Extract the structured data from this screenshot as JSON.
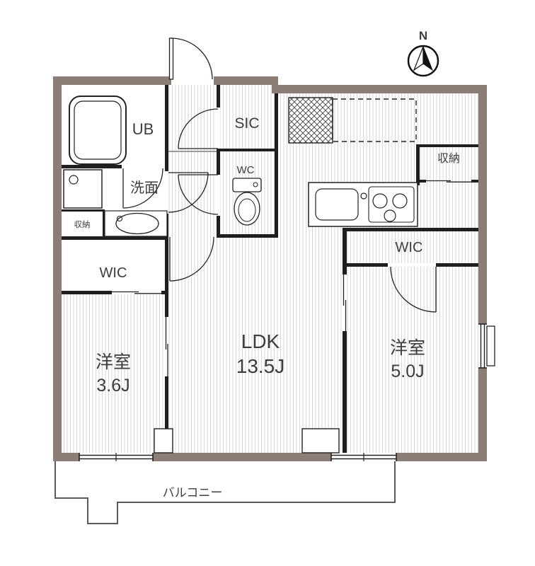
{
  "compass": {
    "label": "N"
  },
  "colors": {
    "outer_wall": "#8b7e77",
    "inner_wall": "#1f1f1f",
    "floor_stripe": "#d9d9d9",
    "label_text": "#3d3d3d"
  },
  "rooms": {
    "ub": {
      "label": "UB"
    },
    "washroom": {
      "label": "洗面"
    },
    "storage_left": {
      "label": "収納"
    },
    "wic_left": {
      "label": "WIC"
    },
    "bedroom_left": {
      "name": "洋室",
      "size": "3.6J"
    },
    "sic": {
      "label": "SIC"
    },
    "wc": {
      "label": "WC"
    },
    "storage_right": {
      "label": "収納"
    },
    "wic_right": {
      "label": "WIC"
    },
    "ldk": {
      "name": "LDK",
      "size": "13.5J"
    },
    "bedroom_right": {
      "name": "洋室",
      "size": "5.0J"
    },
    "balcony": {
      "label": "バルコニー"
    }
  }
}
